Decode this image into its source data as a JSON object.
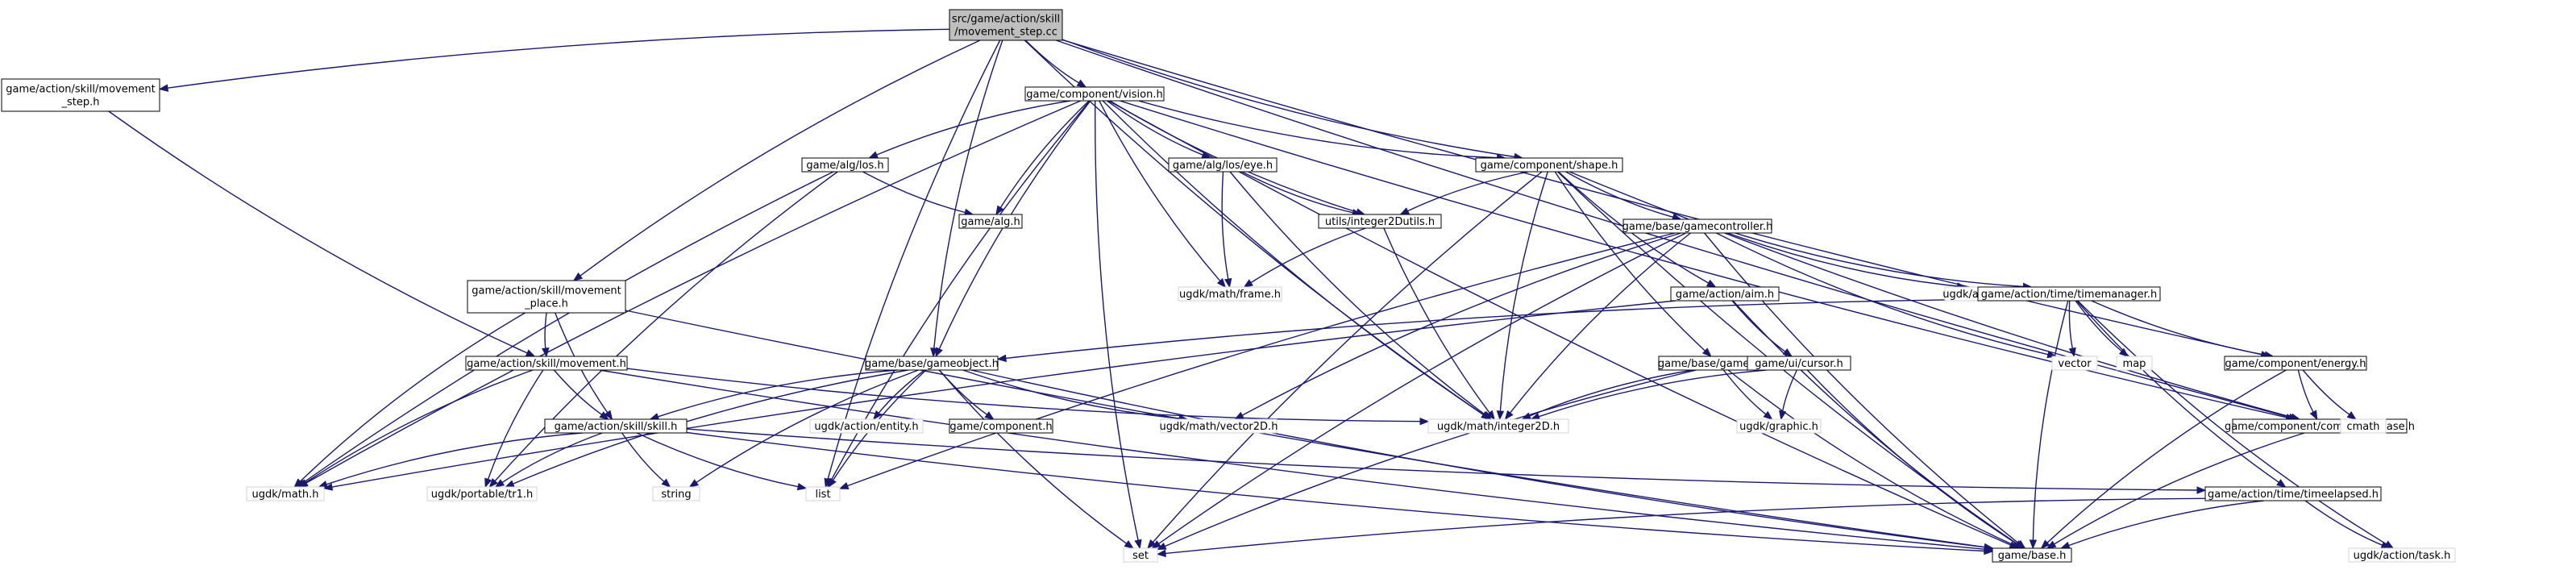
{
  "graph": {
    "colors": {
      "edge": "#191970",
      "node_border_boxed": "#000000",
      "node_fill_root": "#bfbfbf",
      "node_fill": "#ffffff",
      "node_border_unboxed": "#d3d3d3"
    },
    "nodes": [
      {
        "id": "root",
        "label": "src/game/action/skill\n/movement_step.cc",
        "style": "root"
      },
      {
        "id": "mstep_h",
        "label": "game/action/skill/movement\n_step.h",
        "style": "boxed"
      },
      {
        "id": "vision",
        "label": "game/component/vision.h",
        "style": "boxed"
      },
      {
        "id": "los",
        "label": "game/alg/los.h",
        "style": "boxed"
      },
      {
        "id": "eye",
        "label": "game/alg/los/eye.h",
        "style": "boxed"
      },
      {
        "id": "shape",
        "label": "game/component/shape.h",
        "style": "boxed"
      },
      {
        "id": "alg",
        "label": "game/alg.h",
        "style": "boxed"
      },
      {
        "id": "i2utils",
        "label": "utils/integer2Dutils.h",
        "style": "boxed"
      },
      {
        "id": "gamectrl",
        "label": "game/base/gamecontroller.h",
        "style": "boxed"
      },
      {
        "id": "frame",
        "label": "ugdk/math/frame.h",
        "style": "plain"
      },
      {
        "id": "scene",
        "label": "ugdk/action/scene.h",
        "style": "plain"
      },
      {
        "id": "mplace",
        "label": "game/action/skill/movement\n_place.h",
        "style": "boxed"
      },
      {
        "id": "aim",
        "label": "game/action/aim.h",
        "style": "boxed"
      },
      {
        "id": "timemgr",
        "label": "game/action/time/timemanager.h",
        "style": "boxed"
      },
      {
        "id": "movement",
        "label": "game/action/skill/movement.h",
        "style": "boxed"
      },
      {
        "id": "gameobj",
        "label": "game/base/gameobject.h",
        "style": "boxed"
      },
      {
        "id": "gametile",
        "label": "game/base/gametile.h",
        "style": "boxed"
      },
      {
        "id": "cursor",
        "label": "game/ui/cursor.h",
        "style": "boxed"
      },
      {
        "id": "vector",
        "label": "vector",
        "style": "plain"
      },
      {
        "id": "map",
        "label": "map",
        "style": "plain"
      },
      {
        "id": "energy",
        "label": "game/component/energy.h",
        "style": "boxed"
      },
      {
        "id": "skill",
        "label": "game/action/skill/skill.h",
        "style": "boxed"
      },
      {
        "id": "entity",
        "label": "ugdk/action/entity.h",
        "style": "plain"
      },
      {
        "id": "component",
        "label": "game/component.h",
        "style": "boxed"
      },
      {
        "id": "vector2d",
        "label": "ugdk/math/vector2D.h",
        "style": "plain"
      },
      {
        "id": "integer2d",
        "label": "ugdk/math/integer2D.h",
        "style": "plain"
      },
      {
        "id": "graphic",
        "label": "ugdk/graphic.h",
        "style": "plain"
      },
      {
        "id": "compbase",
        "label": "game/component/componentbase.h",
        "style": "boxed"
      },
      {
        "id": "cmath",
        "label": "cmath",
        "style": "plain"
      },
      {
        "id": "ugmath",
        "label": "ugdk/math.h",
        "style": "plain"
      },
      {
        "id": "tr1",
        "label": "ugdk/portable/tr1.h",
        "style": "plain"
      },
      {
        "id": "string",
        "label": "string",
        "style": "plain"
      },
      {
        "id": "list",
        "label": "list",
        "style": "plain"
      },
      {
        "id": "timeelapsed",
        "label": "game/action/time/timeelapsed.h",
        "style": "boxed"
      },
      {
        "id": "set",
        "label": "set",
        "style": "plain"
      },
      {
        "id": "base",
        "label": "game/base.h",
        "style": "boxed"
      },
      {
        "id": "task",
        "label": "ugdk/action/task.h",
        "style": "plain"
      }
    ],
    "edges": [
      [
        "root",
        "mstep_h"
      ],
      [
        "root",
        "vision"
      ],
      [
        "root",
        "shape"
      ],
      [
        "root",
        "mplace"
      ],
      [
        "root",
        "gameobj"
      ],
      [
        "root",
        "integer2d"
      ],
      [
        "root",
        "list"
      ],
      [
        "root",
        "energy"
      ],
      [
        "root",
        "compbase"
      ],
      [
        "mstep_h",
        "movement"
      ],
      [
        "vision",
        "los"
      ],
      [
        "vision",
        "eye"
      ],
      [
        "vision",
        "shape"
      ],
      [
        "vision",
        "alg"
      ],
      [
        "vision",
        "i2utils"
      ],
      [
        "vision",
        "frame"
      ],
      [
        "vision",
        "integer2d"
      ],
      [
        "vision",
        "gameobj"
      ],
      [
        "vision",
        "ugmath"
      ],
      [
        "vision",
        "set"
      ],
      [
        "vision",
        "list"
      ],
      [
        "vision",
        "compbase"
      ],
      [
        "vision",
        "base"
      ],
      [
        "los",
        "alg"
      ],
      [
        "los",
        "ugmath"
      ],
      [
        "los",
        "tr1"
      ],
      [
        "eye",
        "i2utils"
      ],
      [
        "eye",
        "frame"
      ],
      [
        "eye",
        "integer2d"
      ],
      [
        "shape",
        "i2utils"
      ],
      [
        "shape",
        "gamectrl"
      ],
      [
        "shape",
        "aim"
      ],
      [
        "shape",
        "gametile"
      ],
      [
        "shape",
        "integer2d"
      ],
      [
        "shape",
        "compbase"
      ],
      [
        "shape",
        "base"
      ],
      [
        "shape",
        "set"
      ],
      [
        "i2utils",
        "frame"
      ],
      [
        "i2utils",
        "integer2d"
      ],
      [
        "gamectrl",
        "scene"
      ],
      [
        "gamectrl",
        "timemgr"
      ],
      [
        "gamectrl",
        "vector"
      ],
      [
        "gamectrl",
        "vector2d"
      ],
      [
        "gamectrl",
        "integer2d"
      ],
      [
        "gamectrl",
        "list"
      ],
      [
        "gamectrl",
        "set"
      ],
      [
        "gamectrl",
        "base"
      ],
      [
        "mplace",
        "movement"
      ],
      [
        "mplace",
        "skill"
      ],
      [
        "mplace",
        "ugmath"
      ],
      [
        "mplace",
        "base"
      ],
      [
        "aim",
        "cursor"
      ],
      [
        "aim",
        "ugmath"
      ],
      [
        "aim",
        "base"
      ],
      [
        "timemgr",
        "gameobj"
      ],
      [
        "timemgr",
        "vector"
      ],
      [
        "timemgr",
        "map"
      ],
      [
        "timemgr",
        "energy"
      ],
      [
        "timemgr",
        "timeelapsed"
      ],
      [
        "timemgr",
        "base"
      ],
      [
        "timemgr",
        "task"
      ],
      [
        "movement",
        "skill"
      ],
      [
        "movement",
        "integer2d"
      ],
      [
        "movement",
        "ugmath"
      ],
      [
        "movement",
        "tr1"
      ],
      [
        "movement",
        "base"
      ],
      [
        "gameobj",
        "skill"
      ],
      [
        "gameobj",
        "entity"
      ],
      [
        "gameobj",
        "component"
      ],
      [
        "gameobj",
        "vector2d"
      ],
      [
        "gameobj",
        "string"
      ],
      [
        "gameobj",
        "list"
      ],
      [
        "gameobj",
        "set"
      ],
      [
        "gameobj",
        "tr1"
      ],
      [
        "gameobj",
        "base"
      ],
      [
        "gametile",
        "integer2d"
      ],
      [
        "gametile",
        "graphic"
      ],
      [
        "gametile",
        "set"
      ],
      [
        "gametile",
        "base"
      ],
      [
        "cursor",
        "integer2d"
      ],
      [
        "cursor",
        "graphic"
      ],
      [
        "cursor",
        "base"
      ],
      [
        "energy",
        "compbase"
      ],
      [
        "energy",
        "cmath"
      ],
      [
        "energy",
        "base"
      ],
      [
        "skill",
        "ugmath"
      ],
      [
        "skill",
        "tr1"
      ],
      [
        "skill",
        "string"
      ],
      [
        "skill",
        "list"
      ],
      [
        "skill",
        "timeelapsed"
      ],
      [
        "skill",
        "base"
      ],
      [
        "compbase",
        "base"
      ],
      [
        "timeelapsed",
        "set"
      ],
      [
        "timeelapsed",
        "base"
      ],
      [
        "timeelapsed",
        "task"
      ]
    ]
  }
}
